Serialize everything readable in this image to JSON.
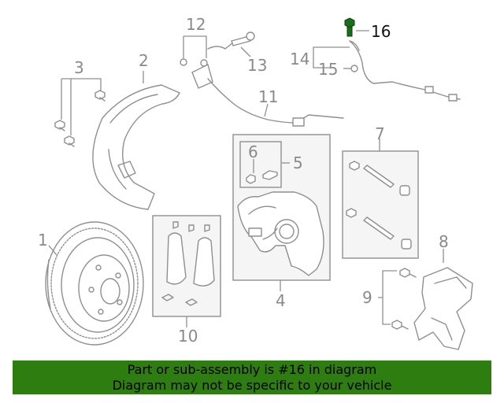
{
  "callouts": {
    "c1": "1",
    "c2": "2",
    "c3": "3",
    "c4": "4",
    "c5": "5",
    "c6": "6",
    "c7": "7",
    "c8": "8",
    "c9": "9",
    "c10": "10",
    "c11": "11",
    "c12": "12",
    "c13": "13",
    "c14": "14",
    "c15": "15",
    "c16": "16"
  },
  "highlight_part": "16",
  "colors": {
    "banner": "#2e7d10",
    "line_art": "#8f8f8f",
    "highlight_part": "#1a6e1a"
  },
  "banner": {
    "line1": "Part or sub-assembly is #16 in diagram",
    "line2": "Diagram may not be specific to your vehicle"
  }
}
